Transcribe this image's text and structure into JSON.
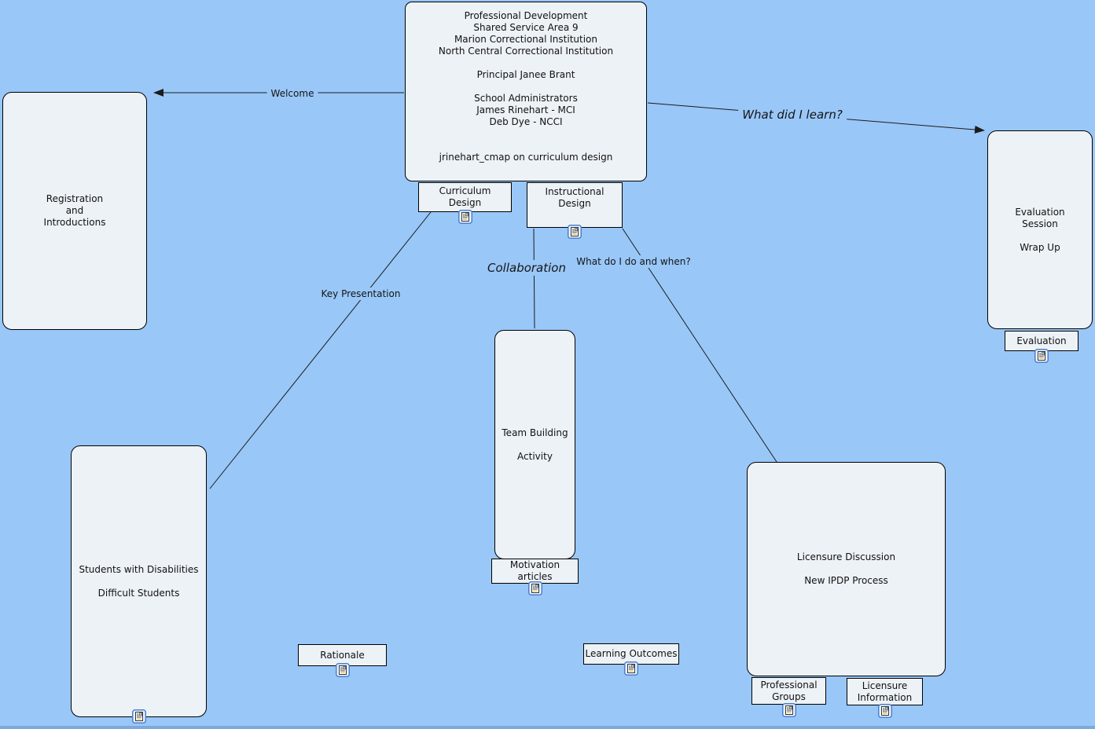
{
  "canvas": {
    "background": "#99c7f8",
    "node_fill": "#edf2f7",
    "line_color": "#1c1c1c",
    "icon_border": "#4a7fd0",
    "bottom_edge": "#7ea9db"
  },
  "icons": {
    "resource": "document-resource-icon"
  },
  "nodes": {
    "header": {
      "lines": [
        "Professional Development",
        "Shared Service Area 9",
        "Marion Correctional Institution",
        "North Central Correctional Institution",
        "",
        "Principal Janee Brant",
        "",
        "School Administrators",
        "James Rinehart - MCI",
        "Deb Dye - NCCI",
        "",
        "",
        "jrinehart_cmap on curriculum design"
      ]
    },
    "registration": {
      "lines": [
        "Registration",
        "and",
        "Introductions"
      ]
    },
    "evaluation_session": {
      "lines": [
        "Evaluation",
        "Session",
        "",
        "Wrap Up"
      ]
    },
    "curriculum_design": {
      "lines": [
        "Curriculum",
        "Design"
      ]
    },
    "instructional_design": {
      "lines": [
        "Instructional",
        "Design"
      ]
    },
    "evaluation": {
      "lines": [
        "Evaluation"
      ]
    },
    "team_building": {
      "lines": [
        "Team Building",
        "",
        "Activity"
      ]
    },
    "motivation_articles": {
      "lines": [
        "Motivation",
        "articles"
      ]
    },
    "students": {
      "lines": [
        "Students with Disabilities",
        "",
        "Difficult Students"
      ]
    },
    "licensure_discussion": {
      "lines": [
        "Licensure Discussion",
        "",
        "New IPDP Process"
      ]
    },
    "professional_groups": {
      "lines": [
        "Professional",
        "Groups"
      ]
    },
    "licensure_information": {
      "lines": [
        "Licensure",
        "Information"
      ]
    },
    "rationale": {
      "lines": [
        "Rationale"
      ]
    },
    "learning_outcomes": {
      "lines": [
        "Learning Outcomes"
      ]
    }
  },
  "phrases": {
    "welcome": "Welcome",
    "what_did_i_learn": "What did I learn?",
    "key_presentation": "Key Presentation",
    "collaboration": "Collaboration",
    "what_do_i_do": "What do I do and when?"
  }
}
